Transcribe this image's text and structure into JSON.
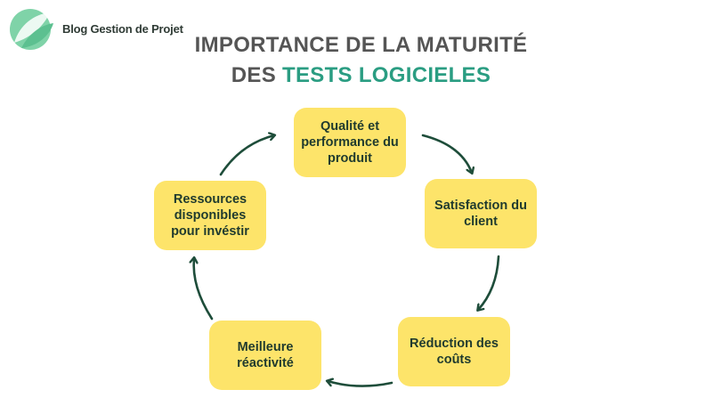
{
  "brand": {
    "name": "Blog Gestion de Projet",
    "logo_icon": "leaf-logo-icon"
  },
  "title": {
    "line1": "IMPORTANCE DE LA MATURITÉ",
    "line2_prefix": "DES ",
    "line2_accent": "TESTS LOGICIELES"
  },
  "colors": {
    "node_fill": "#fde46a",
    "arrow": "#1e4d3a",
    "accent": "#2a9d82",
    "title": "#555555"
  },
  "cycle": [
    {
      "label": "Qualité et performance du produit"
    },
    {
      "label": "Satisfaction du client"
    },
    {
      "label": "Réduction des coûts"
    },
    {
      "label": "Meilleure réactivité"
    },
    {
      "label": "Ressources disponibles pour invéstir"
    }
  ]
}
